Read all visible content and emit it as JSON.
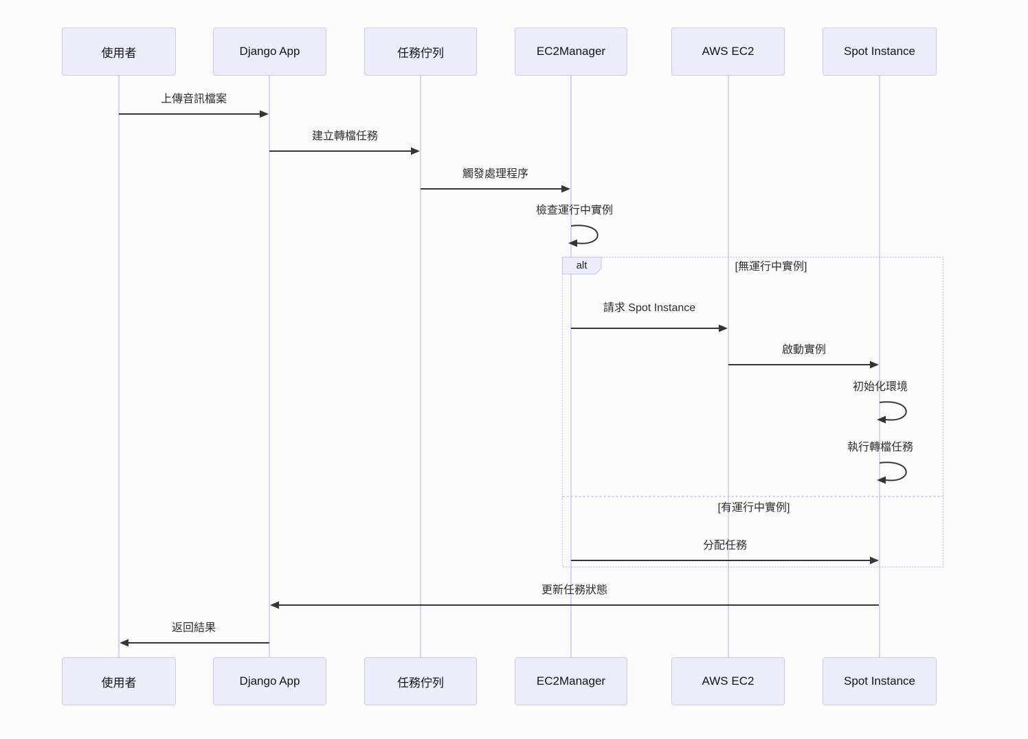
{
  "diagram": {
    "type": "sequence-diagram",
    "actors": [
      {
        "name": "使用者"
      },
      {
        "name": "Django App"
      },
      {
        "name": "任務佇列"
      },
      {
        "name": "EC2Manager"
      },
      {
        "name": "AWS EC2"
      },
      {
        "name": "Spot Instance"
      }
    ],
    "messages": [
      {
        "from": "使用者",
        "to": "Django App",
        "text": "上傳音訊檔案",
        "style": "solid-arrow"
      },
      {
        "from": "Django App",
        "to": "任務佇列",
        "text": "建立轉檔任務",
        "style": "solid-arrow"
      },
      {
        "from": "任務佇列",
        "to": "EC2Manager",
        "text": "觸發處理程序",
        "style": "solid-arrow"
      },
      {
        "from": "EC2Manager",
        "to": "EC2Manager",
        "text": "檢查運行中實例",
        "style": "self-loop"
      },
      {
        "from": "EC2Manager",
        "to": "AWS EC2",
        "text": "請求 Spot Instance",
        "style": "solid-arrow",
        "branch": "無運行中實例"
      },
      {
        "from": "AWS EC2",
        "to": "Spot Instance",
        "text": "啟動實例",
        "style": "solid-arrow",
        "branch": "無運行中實例"
      },
      {
        "from": "Spot Instance",
        "to": "Spot Instance",
        "text": "初始化環境",
        "style": "self-loop",
        "branch": "無運行中實例"
      },
      {
        "from": "Spot Instance",
        "to": "Spot Instance",
        "text": "執行轉檔任務",
        "style": "self-loop",
        "branch": "無運行中實例"
      },
      {
        "from": "EC2Manager",
        "to": "Spot Instance",
        "text": "分配任務",
        "style": "solid-arrow",
        "branch": "有運行中實例"
      },
      {
        "from": "Spot Instance",
        "to": "Django App",
        "text": "更新任務狀態",
        "style": "solid-arrow"
      },
      {
        "from": "Django App",
        "to": "使用者",
        "text": "返回結果",
        "style": "solid-arrow"
      }
    ],
    "alt_block": {
      "label": "alt",
      "condition_if": "[無運行中實例]",
      "condition_else": "[有運行中實例]"
    },
    "colors": {
      "background": "#FBFBFB",
      "actor_fill": "#ECECFB",
      "actor_border": "#CFC7EC",
      "lifeline": "#D9D2F1",
      "arrow": "#353535",
      "fragment_border": "#C9C1EC",
      "text": "#2E2E2E"
    }
  }
}
